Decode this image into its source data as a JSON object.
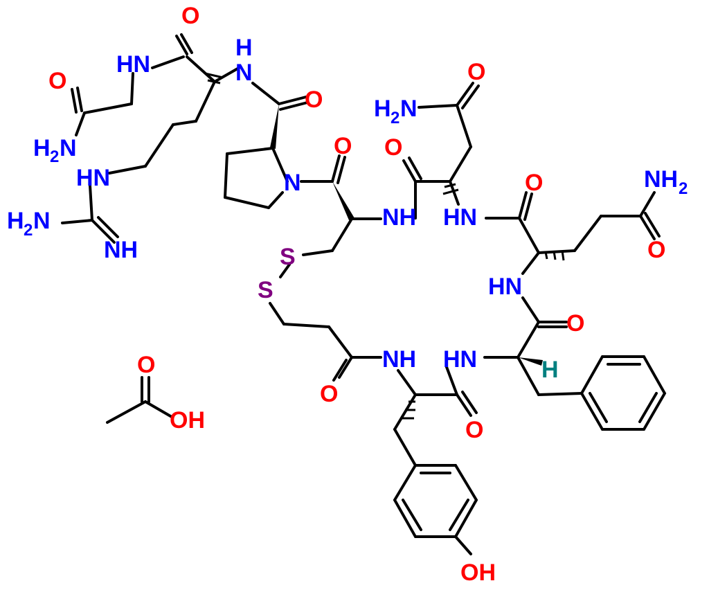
{
  "colors": {
    "bond": "#000000",
    "nitrogen": "#0000ff",
    "oxygen": "#ff0000",
    "sulfur": "#800080",
    "hydrogen": "#008080"
  },
  "labels": {
    "o_gly_top": "O",
    "hn_gly": "HN",
    "o_gly_amide": "O",
    "nh2_gly": "H",
    "nh2_gly_sub": "2",
    "nh2_gly_n": "N",
    "h_arg_nh": "H",
    "n_arg_nh": "N",
    "o_pro": "O",
    "hn_guan": "HN",
    "h2n_guan": "H",
    "h2n_guan_sub": "2",
    "h2n_guan_n": "N",
    "nh_guan_imine": "NH",
    "n_pro": "N",
    "o_cys": "O",
    "nh_cys": "NH",
    "s_top": "S",
    "s_bottom": "S",
    "h2n_asn": "H",
    "h2n_asn_sub": "2",
    "h2n_asn_n": "N",
    "o_asn_side": "O",
    "o_asn_bb": "O",
    "hn_asn": "HN",
    "o_gln_bb": "O",
    "nh2_gln": "NH",
    "nh2_gln_sub": "2",
    "o_gln_side": "O",
    "hn_gln": "HN",
    "o_phe_bb": "O",
    "nh_mpa": "NH",
    "hn_phe": "HN",
    "h_phe_stereo": "H",
    "o_mpa": "O",
    "o_tyr": "O",
    "oh_tyr": "OH",
    "o_acetic_top": "O",
    "oh_acetic": "OH"
  }
}
